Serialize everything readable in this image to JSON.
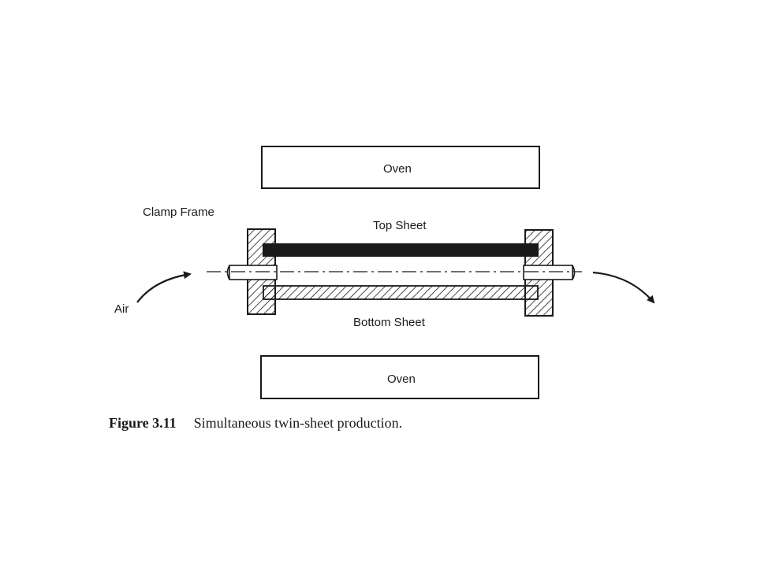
{
  "labels": {
    "oven_top": "Oven",
    "oven_bottom": "Oven",
    "clamp_frame": "Clamp Frame",
    "top_sheet": "Top Sheet",
    "bottom_sheet": "Bottom Sheet",
    "air": "Air"
  },
  "caption": {
    "number": "Figure 3.11",
    "text": "Simultaneous twin-sheet production."
  }
}
